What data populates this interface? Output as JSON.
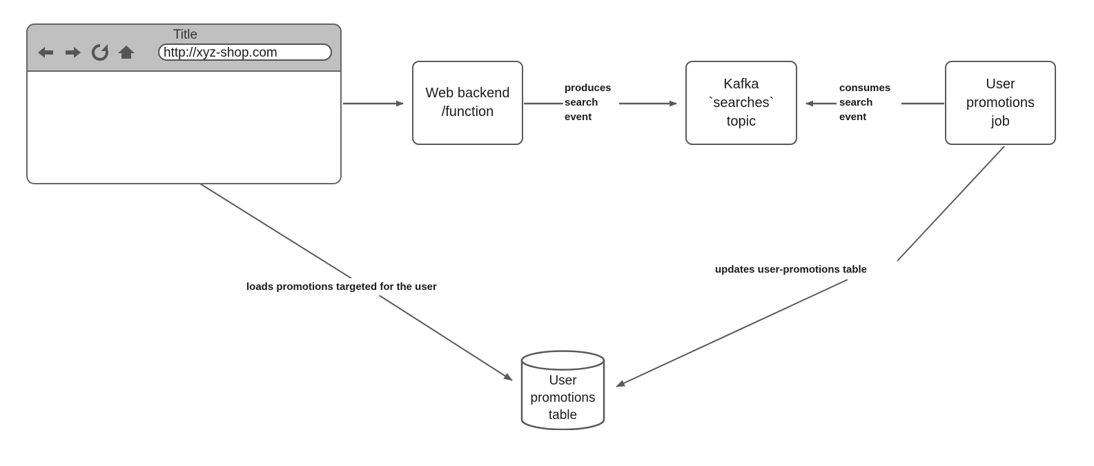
{
  "diagram": {
    "type": "architecture-flow",
    "background": "#ffffff",
    "stroke_color": "#5a5a5a",
    "text_color": "#1a1a1a",
    "chrome_color": "#c0c0c0"
  },
  "browser": {
    "title": "Title",
    "url_value": "http://xyz-shop.com",
    "url_placeholder": "http://xyz-shop.com",
    "nav_icons": [
      {
        "name": "back-arrow-icon",
        "glyph": "←"
      },
      {
        "name": "forward-arrow-icon",
        "glyph": "→"
      },
      {
        "name": "reload-icon",
        "glyph": "↻"
      },
      {
        "name": "home-icon",
        "glyph": "⌂"
      }
    ],
    "page_content": ""
  },
  "nodes": [
    {
      "id": "web-backend",
      "line1": "Web backend",
      "line2": "/function",
      "shape": "rounded-rect"
    },
    {
      "id": "kafka-topic",
      "line1": "Kafka",
      "line2": "`searches`",
      "line3": "topic",
      "shape": "rounded-rect"
    },
    {
      "id": "user-promotions-job",
      "line1": "User",
      "line2": "promotions",
      "line3": "job",
      "shape": "rounded-rect"
    },
    {
      "id": "user-promotions-table",
      "line1": "User",
      "line2": "promotions",
      "line3": "table",
      "shape": "cylinder"
    }
  ],
  "edges": [
    {
      "id": "browser-to-backend",
      "from": "browser",
      "to": "web-backend",
      "label": "",
      "direction": "right"
    },
    {
      "id": "backend-to-kafka",
      "from": "web-backend",
      "to": "kafka-topic",
      "label_line1": "produces",
      "label_line2": "search",
      "label_line3": "event",
      "direction": "right"
    },
    {
      "id": "job-to-kafka",
      "from": "user-promotions-job",
      "to": "kafka-topic",
      "label_line1": "consumes",
      "label_line2": "search",
      "label_line3": "event",
      "direction": "left"
    },
    {
      "id": "browser-to-table",
      "from": "browser",
      "to": "user-promotions-table",
      "label": "loads promotions targeted for the user",
      "direction": "down-right"
    },
    {
      "id": "job-to-table",
      "from": "user-promotions-job",
      "to": "user-promotions-table",
      "label": "updates user-promotions table",
      "direction": "down-left"
    }
  ]
}
